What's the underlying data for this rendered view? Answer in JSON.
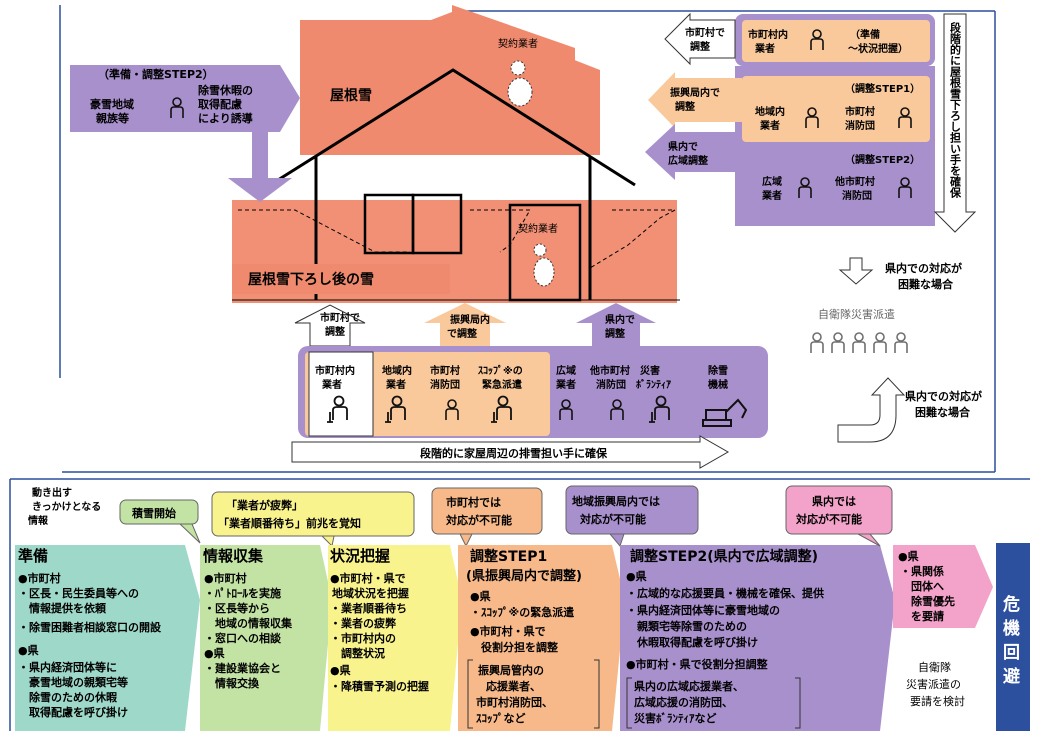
{
  "top": {
    "roof_contractor": "契約業者",
    "roof_snow": "屋根雪",
    "house_contractor": "契約業者",
    "after_snow": "屋根雪下ろし後の雪",
    "prep_step2": "（準備・調整STEP2）",
    "heavy_snow_family": [
      "豪雪地域",
      "親族等"
    ],
    "leave_guidance": [
      "除雪休暇の",
      "取得配慮",
      "により誘導"
    ],
    "staged_roof": "段階的に屋根雪下ろし担い手を確保",
    "municipal_coord": [
      "市町村で",
      "調整"
    ],
    "municipal_contractor": [
      "市町村内",
      "業者"
    ],
    "prep_status": [
      "（準備",
      "～状況把握）"
    ],
    "bureau_coord": [
      "振興局内で",
      "調整"
    ],
    "step1": "（調整STEP1）",
    "local_contractor": [
      "地域内",
      "業者"
    ],
    "municipal_fire": [
      "市町村",
      "消防団"
    ],
    "pref_wide_coord": [
      "県内で",
      "広域調整"
    ],
    "step2": "（調整STEP2）",
    "wide_contractor": [
      "広域",
      "業者"
    ],
    "other_fire": [
      "他市町村",
      "消防団"
    ],
    "difficult_case": [
      "県内での対応が",
      "困難な場合"
    ],
    "sdf_dispatch": "自衛隊災害派遣",
    "difficult_case_2": [
      "県内での対応が",
      "困難な場合"
    ],
    "bottom_municipal_coord": [
      "市町村で",
      "調整"
    ],
    "bottom_bureau_coord": [
      "振興局内",
      "で調整"
    ],
    "bottom_pref_coord": [
      "県内で",
      "調整"
    ],
    "b_municipal_contractor": [
      "市町村内",
      "業者"
    ],
    "b_local_contractor": [
      "地域内",
      "業者"
    ],
    "b_municipal_fire": [
      "市町村",
      "消防団"
    ],
    "b_scoop": [
      "ｽｺｯﾌﾟ※の",
      "緊急派遣"
    ],
    "b_wide_contractor": [
      "広域",
      "業者"
    ],
    "b_other_fire": [
      "他市町村",
      "消防団"
    ],
    "b_volunteer": [
      "災害",
      "ﾎﾞﾗﾝﾃｨｱ"
    ],
    "b_machine": [
      "除雪",
      "機械"
    ],
    "staged_house": "段階的に家屋周辺の排雪担い手に確保"
  },
  "flow": {
    "trigger": [
      "動き出す",
      "きっかけとなる",
      "情報"
    ],
    "snow_start": "積雪開始",
    "fatigue_callout": [
      "「業者が疲弊」",
      "「業者順番待ち」前兆を覚知"
    ],
    "municipal_impossible": [
      "市町村では",
      "対応が不可能"
    ],
    "region_impossible": [
      "地域振興局内では",
      "対応が不可能"
    ],
    "pref_impossible": [
      "県内では",
      "対応が不可能"
    ],
    "col1": {
      "title": "準備",
      "lines": [
        "●市町村",
        "・区長・民生委員等への",
        "　情報提供を依頼",
        "・除雪困難者相談窓口の開設",
        "●県",
        "・県内経済団体等に",
        "　豪雪地域の親類宅等",
        "　除雪のための休暇",
        "　取得配慮を呼び掛け"
      ]
    },
    "col2": {
      "title": "情報収集",
      "lines": [
        "●市町村",
        "・ﾊﾟﾄﾛｰﾙを実施",
        "・区長等から",
        "　地域の情報収集",
        "・窓口への相談",
        "●県",
        "・建設業協会と",
        "　情報交換"
      ]
    },
    "col3": {
      "title": "状況把握",
      "lines": [
        "●市町村・県で",
        "地域状況を把握",
        "・業者順番待ち",
        "・業者の疲弊",
        "・市町村内の",
        "　調整状況",
        "●県",
        "・降積雪予測の把握"
      ]
    },
    "col4": {
      "title": [
        "調整STEP1",
        "(県振興局内で調整)"
      ],
      "lines": [
        "●県",
        "・ｽｺｯﾌﾟ※の緊急派遣",
        "●市町村・県で",
        "　役割分担を調整"
      ],
      "bracket": [
        "振興局管内の",
        "応援業者、",
        "市町村消防団、",
        "ｽｺｯﾌﾟなど"
      ]
    },
    "col5": {
      "title": "調整STEP2(県内で広域調整)",
      "lines": [
        "●県",
        "・広域的な応援要員・機械を確保、提供",
        "・県内経済団体等に豪雪地域の",
        "　親類宅等除雪のための",
        "　休暇取得配慮を呼び掛け",
        "●市町村・県で役割分担調整"
      ],
      "bracket": [
        "県内の広域応援業者、",
        "広域応援の消防団、",
        "災害ﾎﾞﾗﾝﾃｨｱなど"
      ]
    },
    "col6": {
      "lines": [
        "●県",
        "・県関係",
        "　団体へ",
        "　除雪優先",
        "　を要請"
      ],
      "note": [
        "自衛隊",
        "災害派遣の",
        "要請を検討"
      ]
    },
    "crisis": [
      "危",
      "機",
      "回",
      "避"
    ]
  },
  "colors": {
    "salmon": "#f08a6e",
    "purple": "#a890cc",
    "peach": "#f9c89b",
    "teal_green": "#9ed8c9",
    "light_green": "#c3e3a4",
    "yellow": "#f9f38e",
    "orange": "#f7b98a",
    "pink": "#f3a2c9",
    "navy": "#2c4f9e"
  }
}
